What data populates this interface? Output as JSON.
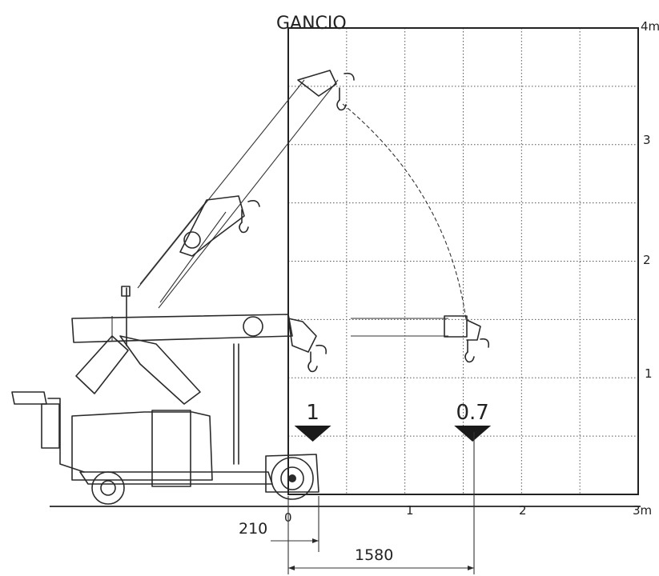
{
  "title": "GANCIO",
  "axes": {
    "y_ticks": [
      "1",
      "2",
      "3",
      "4m"
    ],
    "x_ticks": [
      "0",
      "1",
      "2",
      "3m"
    ]
  },
  "load_markers": [
    {
      "label": "1",
      "x_m": 0.21
    },
    {
      "label": "0.7",
      "x_m": 1.58
    }
  ],
  "dimensions": [
    {
      "label": "210"
    },
    {
      "label": "1580"
    }
  ]
}
